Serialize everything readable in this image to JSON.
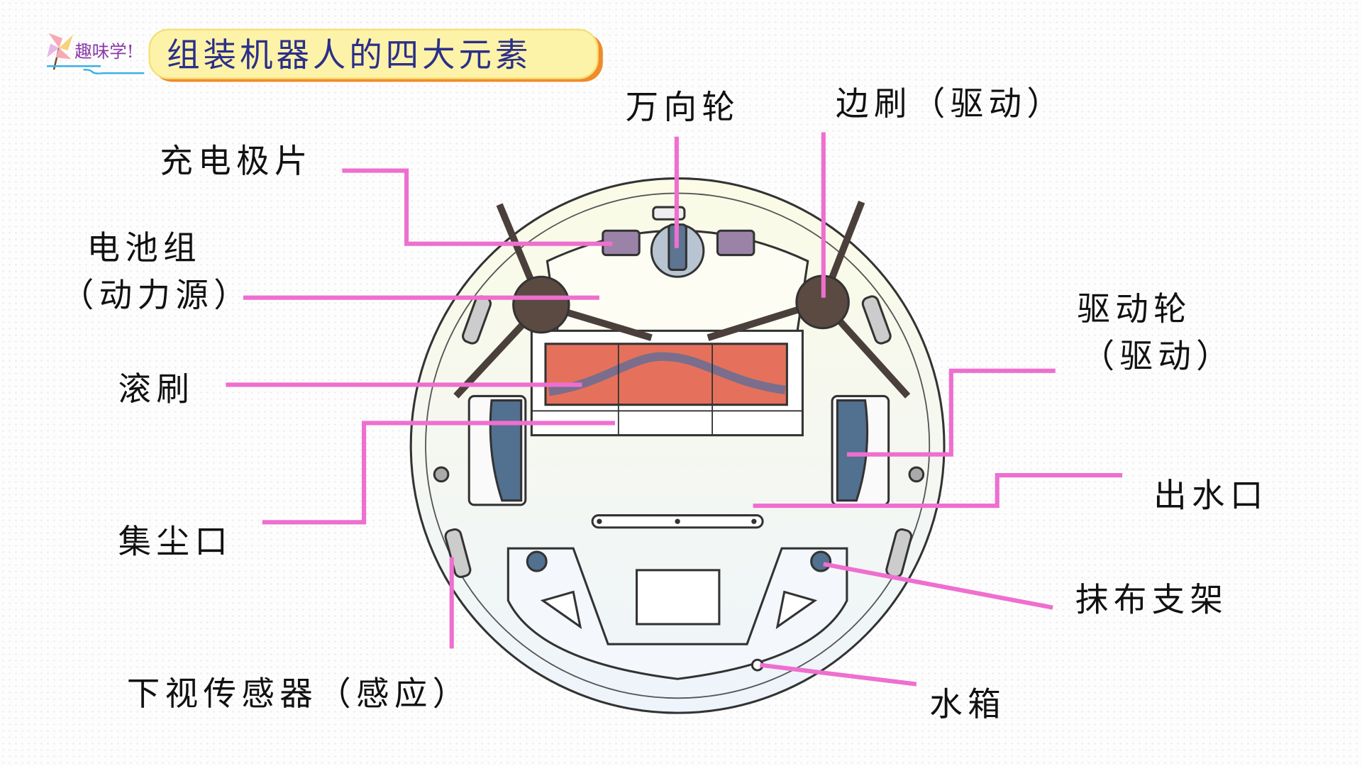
{
  "header": {
    "logo_text": "趣味学!",
    "title": "组装机器人的四大元素"
  },
  "labels": {
    "caster_wheel": "万向轮",
    "side_brush": "边刷（驱动）",
    "charging_contacts": "充电极片",
    "battery_line1": "电池组",
    "battery_line2": "（动力源）",
    "roller_brush": "滚刷",
    "dust_inlet": "集尘口",
    "drive_wheel_line1": "驱动轮",
    "drive_wheel_line2": "（驱动）",
    "water_outlet": "出水口",
    "mop_bracket": "抹布支架",
    "cliff_sensor": "下视传感器（感应）",
    "water_tank": "水箱"
  },
  "colors": {
    "leader_line": "#ee6fcf",
    "title_text": "#2b2f8a",
    "title_bg": "#fdf3a8",
    "title_border": "#f08a2a"
  }
}
